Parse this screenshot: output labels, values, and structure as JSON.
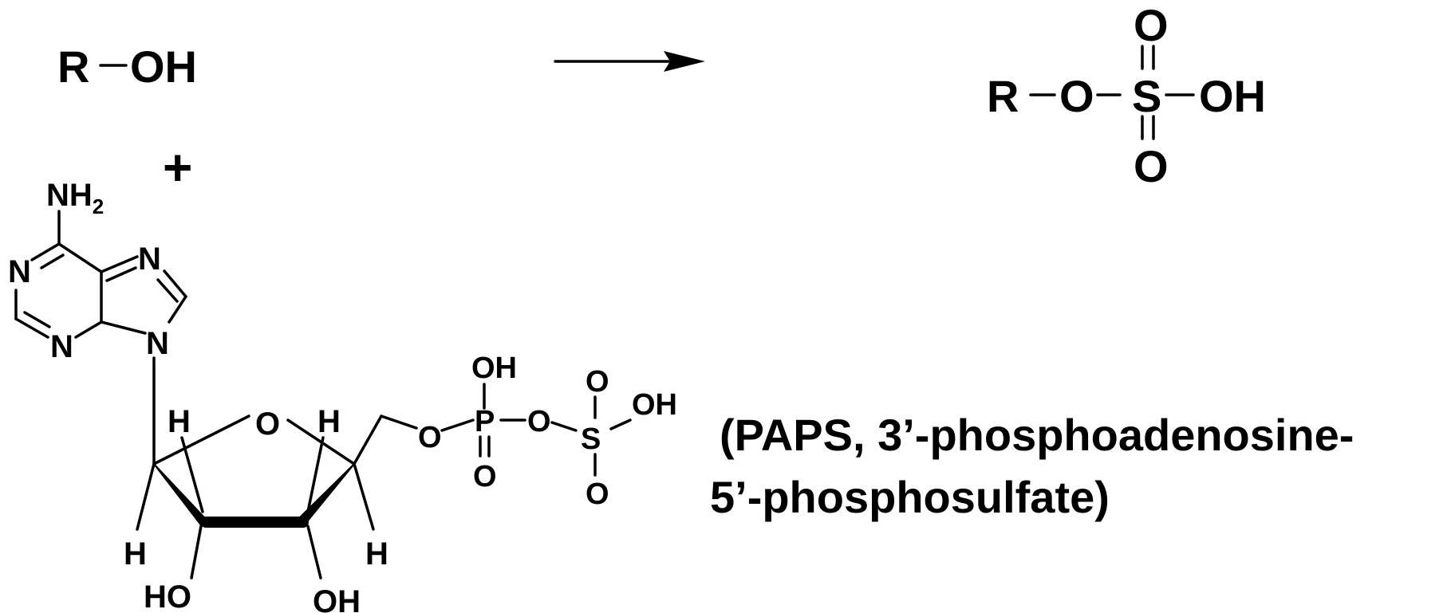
{
  "reactant": {
    "r": "R",
    "oh": "OH"
  },
  "plus": "+",
  "product": {
    "r": "R",
    "o1": "O",
    "s": "S",
    "o_top": "O",
    "o_bottom": "O",
    "oh": "OH"
  },
  "paps": {
    "nh2_main": "NH",
    "nh2_sub": "2",
    "n1": "N",
    "n3": "N",
    "n7": "N",
    "n9": "N",
    "ring_o": "O",
    "h1": "H",
    "h4": "H",
    "h1_down": "H",
    "h4_down": "H",
    "ho": "HO",
    "oh": "OH",
    "o5": "O",
    "p": "P",
    "p_oh": "OH",
    "p_o": "O",
    "bridge_o": "O",
    "s": "S",
    "s_o_top": "O",
    "s_oh": "OH",
    "s_o_bottom": "O"
  },
  "caption": {
    "line1": "(PAPS, 3’-phosphoadenosine-",
    "line2": "5’-phosphosulfate)"
  }
}
